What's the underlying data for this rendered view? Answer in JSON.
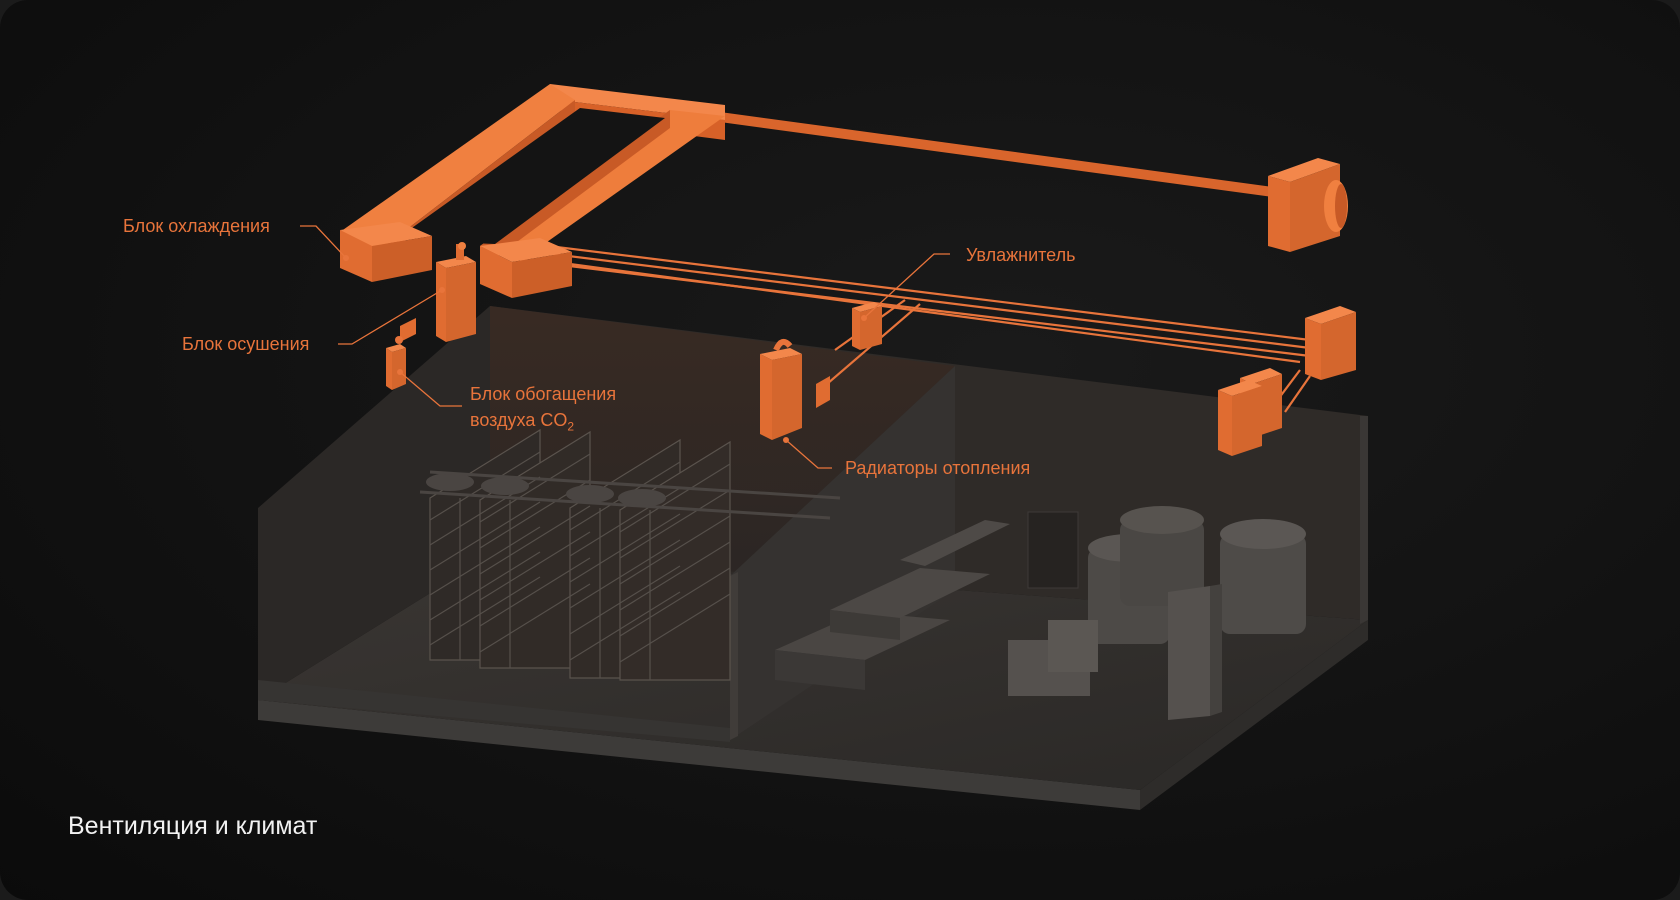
{
  "labels": {
    "cooling": "Блок охлаждения",
    "dehumid": "Блок осушения",
    "co2_line1": "Блок обогащения",
    "co2_line2": "воздуха CO",
    "co2_sub": "2",
    "humidifier": "Увлажнитель",
    "radiators": "Радиаторы отопления"
  },
  "caption": "Вентиляция и климат",
  "colors": {
    "accent": "#e8743b",
    "background": "#111111",
    "caption": "#f2f2f2"
  }
}
